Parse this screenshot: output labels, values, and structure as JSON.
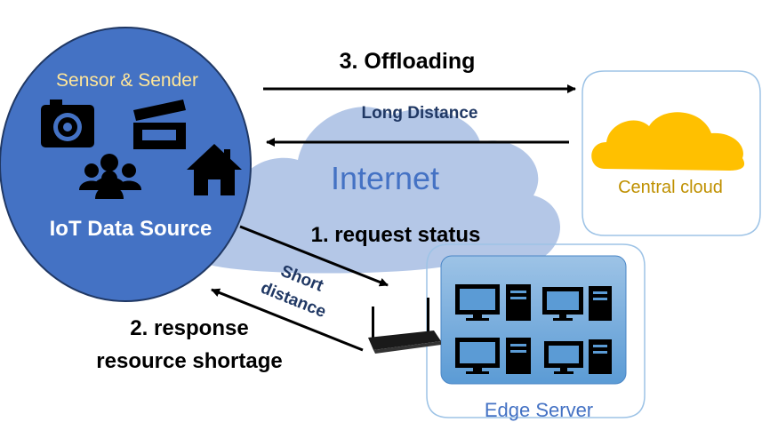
{
  "iot_source": {
    "top_label": "Sensor & Sender",
    "title": "IoT Data Source",
    "icons": [
      "camera-icon",
      "clapperboard-icon",
      "people-group-icon",
      "house-icon"
    ]
  },
  "internet": {
    "label": "Internet"
  },
  "cloud": {
    "label": "Central cloud"
  },
  "edge": {
    "label": "Edge Server",
    "icons": [
      "desktop-computer-icon",
      "desktop-computer-icon",
      "desktop-computer-icon",
      "desktop-computer-icon"
    ],
    "router_icon": "wifi-router-icon"
  },
  "steps": {
    "offloading": "3. Offloading",
    "long_distance": "Long Distance",
    "request_status": "1. request status",
    "short_distance_line1": "Short",
    "short_distance_line2": "distance",
    "response_line1": "2. response",
    "response_line2": "resource shortage"
  },
  "colors": {
    "iot_circle": "#4472c4",
    "internet_cloud": "#b4c7e7",
    "internet_text": "#4472c4",
    "cloud_fill": "#ffc000",
    "cloud_text": "#bf9000",
    "edge_box": "#5b9bd5",
    "edge_text": "#4472c4",
    "sensor_text": "#ffe699",
    "label_dark": "#203864"
  }
}
